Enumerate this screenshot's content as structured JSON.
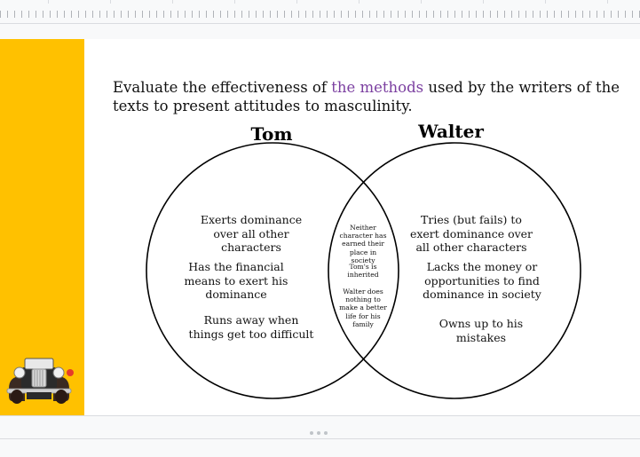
{
  "slide": {
    "question_before": "Evaluate the effectiveness of ",
    "question_highlight": "the methods",
    "question_after": " used by the writers of the texts to present attitudes to masculinity.",
    "venn": {
      "left_label": "Tom",
      "right_label": "Walter",
      "left_items": [
        "Exerts dominance over all other characters",
        "Has the financial means to exert his dominance",
        "Runs away when things get too difficult"
      ],
      "middle_items": [
        "Neither character has earned their place in society",
        "Tom's is inherited",
        "Walter does nothing to make a better life for his family"
      ],
      "right_items": [
        "Tries (but fails) to exert dominance over all other characters",
        "Lacks the money or opportunities to find dominance in society",
        "Owns up to his mistakes"
      ]
    }
  },
  "colors": {
    "side_band": "#ffc100",
    "highlight": "#7b3fa0"
  },
  "icons": {
    "car": "vintage-car-icon",
    "dots": "more-dots-icon"
  }
}
